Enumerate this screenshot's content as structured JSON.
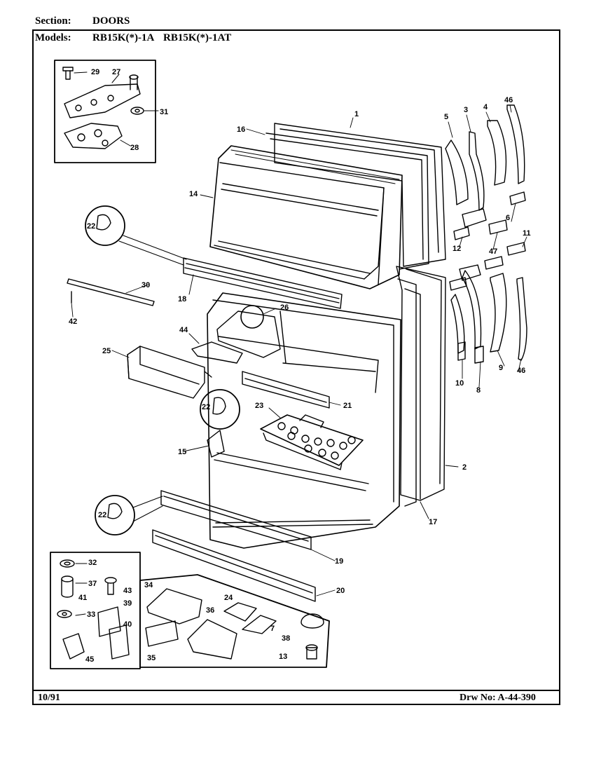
{
  "header": {
    "section_label": "Section:",
    "section_value": "DOORS",
    "models_label": "Models:",
    "model_1": "RB15K(*)-1A",
    "model_2": "RB15K(*)-1AT"
  },
  "footer": {
    "date": "10/91",
    "drawing_number": "Drw No: A-44-390"
  },
  "callouts": {
    "c1": "1",
    "c2": "2",
    "c3": "3",
    "c4": "4",
    "c5": "5",
    "c6": "6",
    "c7": "7",
    "c8": "8",
    "c9": "9",
    "c10": "10",
    "c11": "11",
    "c12": "12",
    "c13": "13",
    "c14": "14",
    "c15": "15",
    "c16": "16",
    "c17": "17",
    "c18": "18",
    "c19": "19",
    "c20": "20",
    "c21": "21",
    "c22a": "22",
    "c22b": "22",
    "c22c": "22",
    "c23": "23",
    "c24": "24",
    "c25": "25",
    "c26": "26",
    "c27": "27",
    "c28": "28",
    "c29": "29",
    "c30": "30",
    "c31": "31",
    "c32": "32",
    "c33": "33",
    "c34": "34",
    "c35": "35",
    "c36": "36",
    "c37": "37",
    "c38": "38",
    "c39": "39",
    "c40": "40",
    "c41": "41",
    "c42": "42",
    "c43": "43",
    "c44": "44",
    "c45": "45",
    "c46a": "46",
    "c46b": "46",
    "c47": "47"
  }
}
